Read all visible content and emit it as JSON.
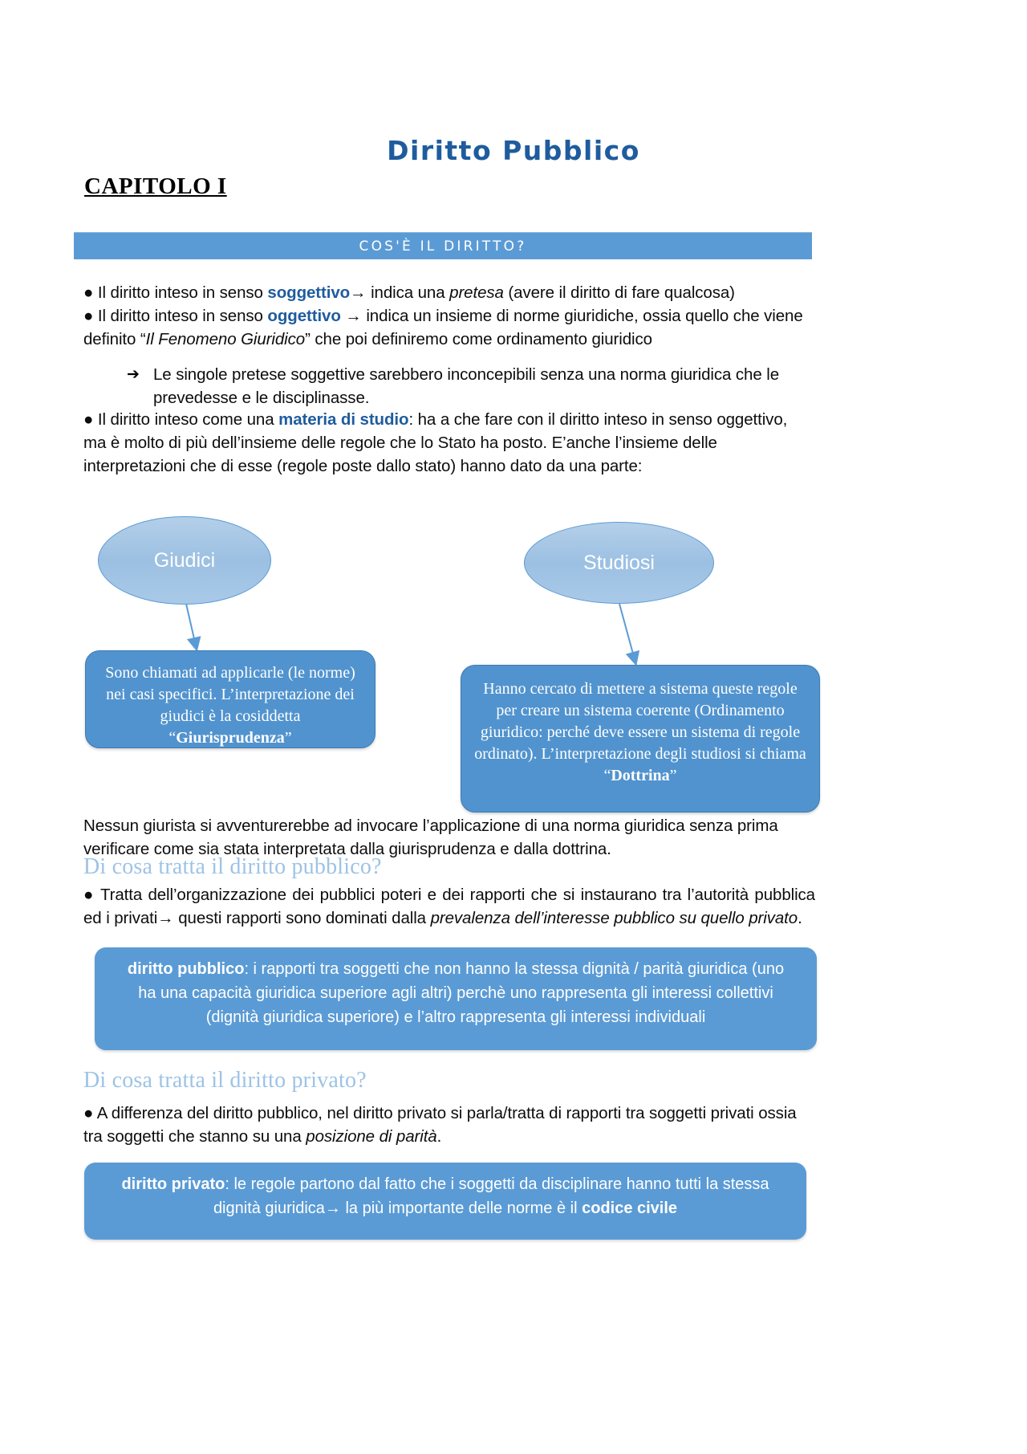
{
  "document": {
    "title": "Diritto Pubblico",
    "chapter": "CAPITOLO I",
    "banner": "COS'È IL DIRITTO?"
  },
  "colors": {
    "title_blue": "#1F5C9E",
    "banner_blue": "#5B9BD5",
    "heading_light_blue": "#9DC3E6",
    "ellipse_fill": "#A9C9E8",
    "callout_blue": "#5193CE"
  },
  "paragraph1": {
    "bullet": "●",
    "line1_pre": " Il diritto inteso in senso ",
    "line1_bold": "soggettivo",
    "line1_mid": "→ indica una ",
    "line1_italic": "pretesa",
    "line1_post": " (avere il diritto di fare qualcosa)",
    "line2_pre": " Il diritto inteso in senso ",
    "line2_bold": "oggettivo",
    "line2_post": " → indica un insieme di norme giuridiche, ossia quello che viene definito “",
    "line2_italic": "Il Fenomeno Giuridico",
    "line2_tail": "” che poi definiremo come ordinamento giuridico"
  },
  "subbullet": {
    "arrow": "➔",
    "text": "Le singole pretese soggettive sarebbero inconcepibili senza una norma giuridica che le prevedesse e le disciplinasse."
  },
  "paragraph2": {
    "bullet": "●",
    "pre": " Il diritto inteso come una ",
    "bold": "materia di studio",
    "post": ": ha a che fare con il diritto inteso in senso oggettivo, ma è molto di più dell’insieme delle regole che lo Stato ha posto. E’anche l’insieme delle interpretazioni che di esse (regole poste dallo stato) hanno dato da una parte:"
  },
  "diagram": {
    "ellipse_left": "Giudici",
    "ellipse_right": "Studiosi",
    "callout_left": {
      "line1": "Sono chiamati ad applicarle (le norme) nei casi specifici.",
      "line2": "L’interpretazione dei giudici è la cosiddetta “",
      "bold": "Giurisprudenza",
      "line3": "”"
    },
    "callout_right": {
      "line1": "Hanno cercato di mettere a sistema queste regole per creare un sistema coerente (Ordinamento giuridico: perché deve essere un sistema di regole ordinato).",
      "line2": "L’interpretazione degli studiosi si chiama “",
      "bold": "Dottrina",
      "line3": "”"
    }
  },
  "paragraph3": {
    "text": "Nessun giurista si avventurerebbe ad invocare l’applicazione di una norma giuridica senza prima verificare come sia stata interpretata dalla giurisprudenza e dalla dottrina."
  },
  "section_pubblico": {
    "heading": "Di cosa tratta il diritto pubblico?",
    "bullet": "●",
    "pre": " Tratta dell’organizzazione dei pubblici poteri e dei rapporti che si instaurano tra l’autorità pubblica ed i privati→ questi rapporti sono dominati dalla ",
    "italic": "prevalenza dell’interesse pubblico su quello privato",
    "post": "."
  },
  "defbox_pubblico": {
    "bold": "diritto pubblico",
    "text": ": i rapporti tra soggetti che non hanno la stessa dignità / parità giuridica (uno ha una capacità giuridica superiore agli altri) perchè uno rappresenta gli interessi collettivi (dignità giuridica superiore) e l’altro rappresenta gli interessi individuali"
  },
  "section_privato": {
    "heading": "Di cosa tratta il diritto privato?",
    "bullet": "●",
    "pre": " A differenza del diritto pubblico, nel diritto privato si parla/tratta di rapporti tra soggetti privati ossia tra soggetti che stanno su una ",
    "italic": "posizione di parità",
    "post": "."
  },
  "defbox_privato": {
    "bold": "diritto privato",
    "text": ": le regole partono dal fatto che i soggetti da disciplinare hanno tutti la stessa dignità giuridica→ la più importante delle norme è il ",
    "bold2": "codice civile"
  }
}
